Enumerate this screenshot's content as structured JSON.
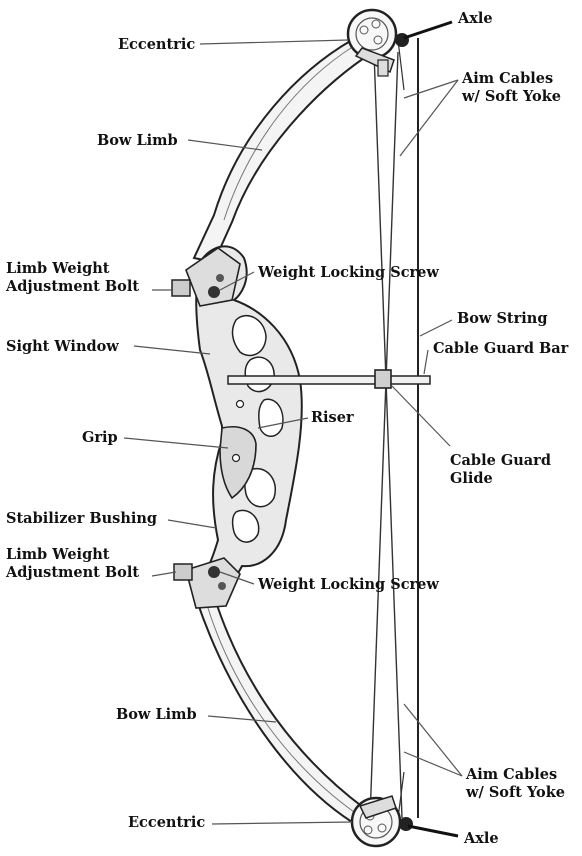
{
  "colors": {
    "ink": "#222222",
    "leader": "#555555",
    "label": "#111111",
    "limb_fill": "#f4f4f4",
    "riser_fill": "#e9e9e9",
    "accent_dark": "#333333"
  },
  "labels": {
    "eccentric_top": "Eccentric",
    "axle_top": "Axle",
    "aim_cables_top": [
      "Aim Cables",
      "w/ Soft Yoke"
    ],
    "bow_limb_top": "Bow Limb",
    "limb_weight_bolt_top": [
      "Limb Weight",
      "Adjustment Bolt"
    ],
    "weight_locking_screw_top": "Weight Locking Screw",
    "bow_string": "Bow String",
    "sight_window": "Sight Window",
    "cable_guard_bar": "Cable Guard Bar",
    "riser": "Riser",
    "grip": "Grip",
    "cable_guard_glide": [
      "Cable Guard",
      "Glide"
    ],
    "stabilizer_bushing": "Stabilizer Bushing",
    "limb_weight_bolt_bottom": [
      "Limb Weight",
      "Adjustment Bolt"
    ],
    "weight_locking_screw_bottom": "Weight Locking Screw",
    "bow_limb_bottom": "Bow Limb",
    "aim_cables_bottom": [
      "Aim Cables",
      "w/ Soft Yoke"
    ],
    "eccentric_bottom": "Eccentric",
    "axle_bottom": "Axle"
  }
}
